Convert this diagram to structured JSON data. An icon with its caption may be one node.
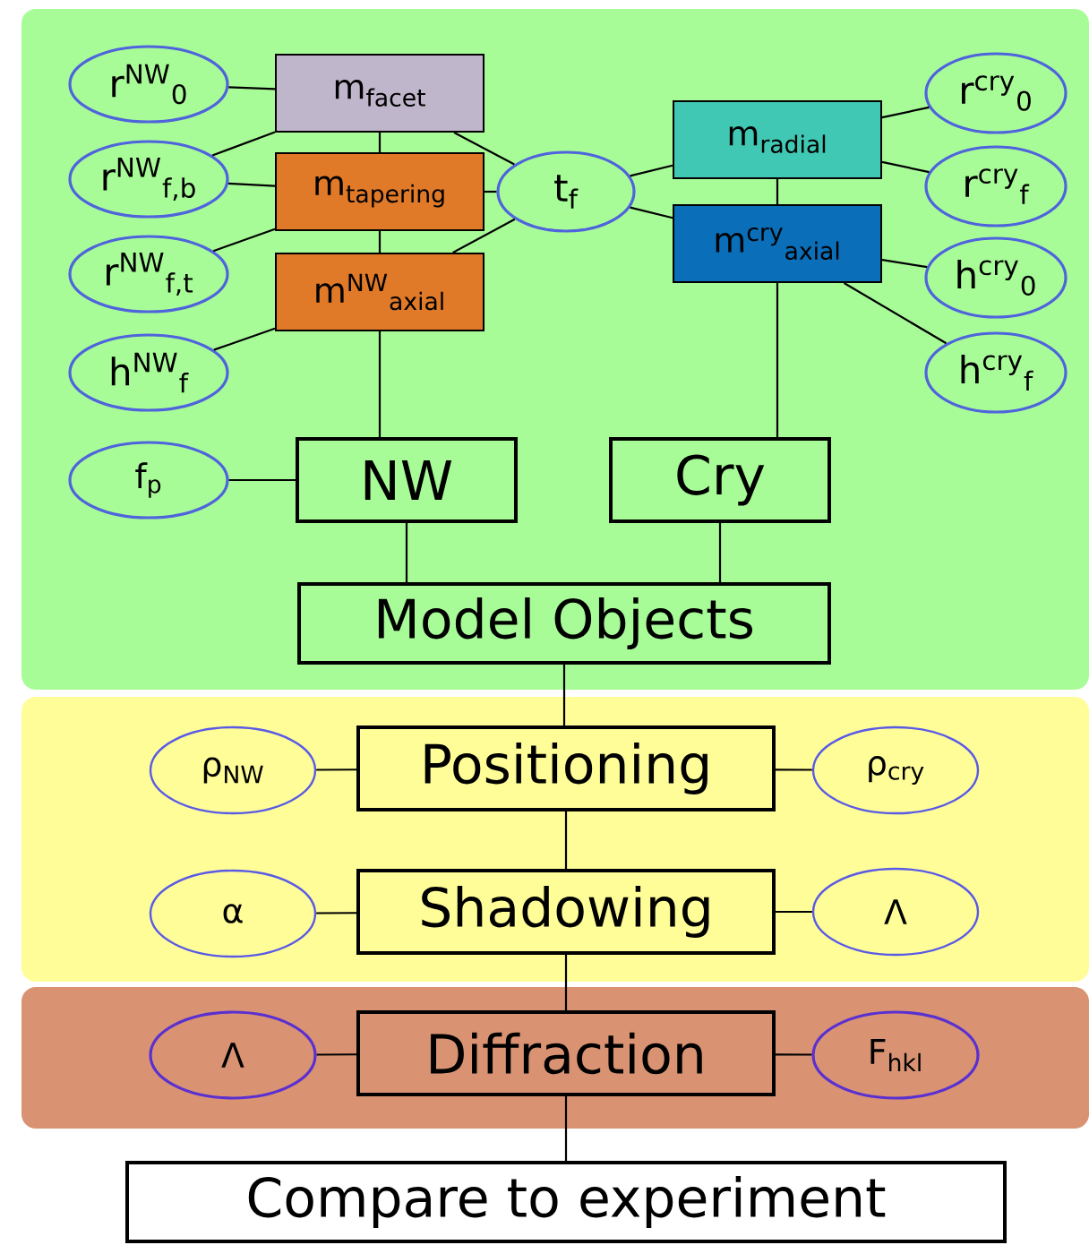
{
  "diagram": {
    "nodes": [
      {
        "text": [],
        "shape": "band"
      },
      {
        "text": [],
        "shape": "band"
      },
      {
        "text": [],
        "shape": "band"
      },
      {
        "text": [
          "r$^{NW}$$_{0}$"
        ],
        "in": 0
      },
      {
        "text": [
          "m$_{facet}$"
        ],
        "in": 0
      },
      {
        "text": [
          "r$^{NW}$$_{f,b}$"
        ],
        "in": 0
      },
      {
        "text": [
          "m$_{tapering}$"
        ],
        "in": 0
      },
      {
        "text": [
          "r$^{NW}$$_{f,t}$"
        ],
        "in": 0
      },
      {
        "text": [
          "m$^{NW}$$_{axial}$"
        ],
        "in": 0
      },
      {
        "text": [
          "h$^{NW}$$_{f}$"
        ],
        "in": 0
      },
      {
        "text": [
          "t$_{f}$"
        ],
        "in": 0
      },
      {
        "text": [
          "m$_{radial}$"
        ],
        "in": 0
      },
      {
        "text": [
          "r$^{cry}$$_{0}$"
        ],
        "in": 0
      },
      {
        "text": [
          "m$^{cry}$$_{axial}$"
        ],
        "in": 0
      },
      {
        "text": [
          "r$^{cry}$$_{f}$"
        ],
        "in": 0
      },
      {
        "text": [
          "h$^{cry}$$_{0}$"
        ],
        "in": 0
      },
      {
        "text": [
          "h$^{cry}$$_{f}$"
        ],
        "in": 0
      },
      {
        "text": [
          "f$_{p}$"
        ],
        "in": 0
      },
      {
        "text": [
          "NW"
        ],
        "in": 0
      },
      {
        "text": [
          "Cry"
        ],
        "in": 0
      },
      {
        "text": [
          "Model Objects"
        ],
        "in": 0
      },
      {
        "text": [
          "ρ$_{NW}$"
        ],
        "in": 1
      },
      {
        "text": [
          "Positioning"
        ],
        "in": 1
      },
      {
        "text": [
          "ρ$_{cry}$"
        ],
        "in": 1
      },
      {
        "text": [
          "α"
        ],
        "in": 1
      },
      {
        "text": [
          "Shadowing"
        ],
        "in": 1
      },
      {
        "text": [
          "Λ"
        ],
        "in": 1
      },
      {
        "text": [
          "Λ"
        ],
        "in": 2
      },
      {
        "text": [
          "Diffraction"
        ],
        "in": 2
      },
      {
        "text": [
          "F$_{hkl}$"
        ],
        "in": 2
      },
      {
        "text": [
          "Compare to experiment"
        ]
      }
    ],
    "edges": [
      {
        "from": 3,
        "to": 4,
        "arrow": "none"
      },
      {
        "from": 5,
        "to": 4,
        "arrow": "none"
      },
      {
        "from": 5,
        "to": 6,
        "arrow": "none"
      },
      {
        "from": 7,
        "to": 6,
        "arrow": "none"
      },
      {
        "from": 9,
        "to": 8,
        "arrow": "none"
      },
      {
        "from": 4,
        "to": 6,
        "arrow": "none"
      },
      {
        "from": 6,
        "to": 8,
        "arrow": "none"
      },
      {
        "from": 4,
        "to": 10,
        "arrow": "none"
      },
      {
        "from": 6,
        "to": 10,
        "arrow": "none"
      },
      {
        "from": 8,
        "to": 10,
        "arrow": "none"
      },
      {
        "from": 10,
        "to": 11,
        "arrow": "none"
      },
      {
        "from": 10,
        "to": 13,
        "arrow": "none"
      },
      {
        "from": 11,
        "to": 13,
        "arrow": "none"
      },
      {
        "from": 11,
        "to": 12,
        "arrow": "none"
      },
      {
        "from": 11,
        "to": 14,
        "arrow": "none"
      },
      {
        "from": 13,
        "to": 15,
        "arrow": "none"
      },
      {
        "from": 13,
        "to": 16,
        "arrow": "none"
      },
      {
        "from": 8,
        "to": 18,
        "arrow": "none"
      },
      {
        "from": 13,
        "to": 19,
        "arrow": "none"
      },
      {
        "from": 17,
        "to": 18,
        "arrow": "none"
      },
      {
        "from": 18,
        "to": 20,
        "arrow": "none"
      },
      {
        "from": 19,
        "to": 20,
        "arrow": "none"
      },
      {
        "from": 20,
        "to": 22,
        "arrow": "none"
      },
      {
        "from": 21,
        "to": 22,
        "arrow": "none"
      },
      {
        "from": 22,
        "to": 23,
        "arrow": "none"
      },
      {
        "from": 22,
        "to": 25,
        "arrow": "none"
      },
      {
        "from": 24,
        "to": 25,
        "arrow": "none"
      },
      {
        "from": 25,
        "to": 26,
        "arrow": "none"
      },
      {
        "from": 25,
        "to": 28,
        "arrow": "none"
      },
      {
        "from": 27,
        "to": 28,
        "arrow": "none"
      },
      {
        "from": 28,
        "to": 29,
        "arrow": "none"
      },
      {
        "from": 28,
        "to": 30,
        "arrow": "none"
      }
    ]
  }
}
